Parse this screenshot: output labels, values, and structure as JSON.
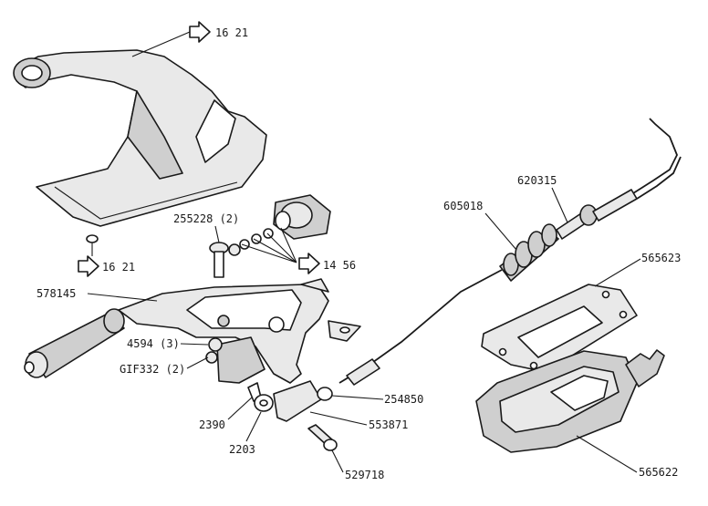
{
  "callouts": {
    "ref_top": "16 21",
    "ref_left": "16 21",
    "ref_mid": "14 56",
    "p255228": "255228 (2)",
    "p578145": "578145",
    "p4594": "4594 (3)",
    "pGIF332": "GIF332 (2)",
    "p2390": "2390",
    "p2203": "2203",
    "p553871": "553871",
    "p254850": "254850",
    "p529718": "529718",
    "p605018": "605018",
    "p620315": "620315",
    "p565623": "565623",
    "p565622": "565622"
  }
}
